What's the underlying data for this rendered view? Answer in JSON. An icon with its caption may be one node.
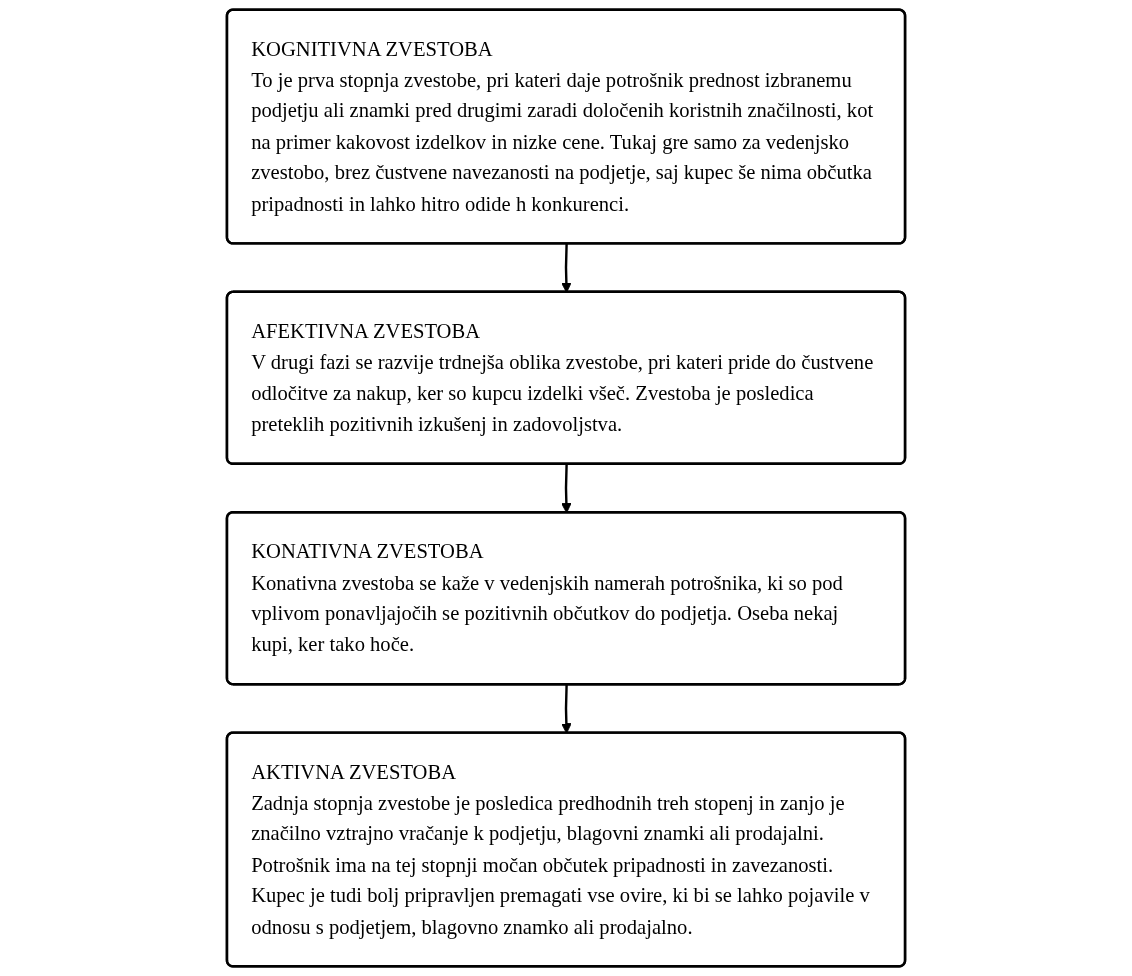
{
  "diagram": {
    "nodes": [
      {
        "text": [
          "KOGNITIVNA ZVESTOBA",
          "To je prva stopnja zvestobe, pri kateri daje potrošnik prednost izbranemu podjetju ali znamki pred drugimi zaradi določenih koristnih značilnosti, kot na primer kakovost izdelkov in nizke cene. Tukaj gre samo za vedenjsko zvestobo, brez čustvene navezanosti na podjetje, saj kupec še nima občutka pripadnosti in lahko hitro odide h konkurenci."
        ]
      },
      {
        "text": [
          "AFEKTIVNA ZVESTOBA",
          "V drugi fazi se razvije trdnejša oblika zvestobe, pri kateri pride do čustvene odločitve za nakup, ker so kupcu izdelki všeč. Zvestoba je posledica preteklih pozitivnih izkušenj in zadovoljstva."
        ]
      },
      {
        "text": [
          "KONATIVNA ZVESTOBA",
          "Konativna zvestoba se kaže v vedenjskih namerah potrošnika, ki so pod vplivom ponavljajočih se pozitivnih občutkov do podjetja. Oseba nekaj kupi, ker tako hoče."
        ]
      },
      {
        "text": [
          "AKTIVNA ZVESTOBA",
          "Zadnja stopnja zvestobe je posledica predhodnih treh stopenj in zanjo je značilno vztrajno vračanje k podjetju, blagovni znamki ali prodajalni. Potrošnik ima na tej stopnji močan občutek pripadnosti in zavezanosti. Kupec je tudi bolj pripravljen premagati vse ovire, ki bi se lahko pojavile v odnosu s podjetjem, blagovno znamko ali prodajalno."
        ]
      }
    ],
    "edges": [
      {
        "from": 0,
        "to": 1,
        "arrow": "to"
      },
      {
        "from": 1,
        "to": 2,
        "arrow": "to"
      },
      {
        "from": 2,
        "to": 3,
        "arrow": "to"
      }
    ]
  }
}
